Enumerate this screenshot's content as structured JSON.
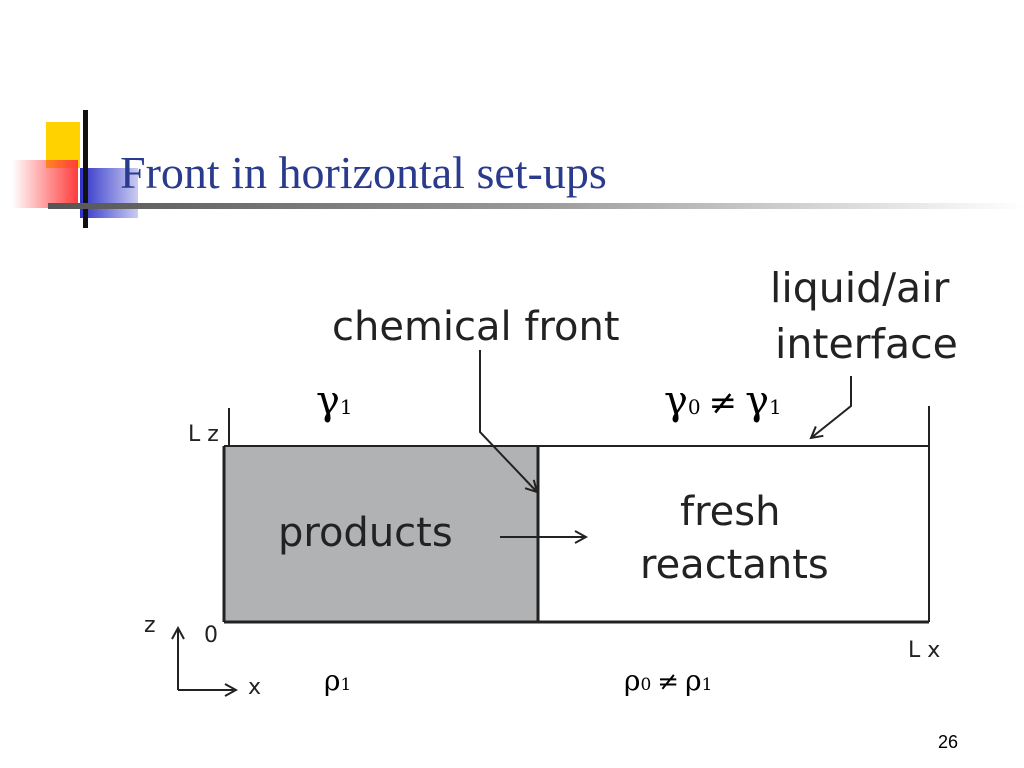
{
  "slide": {
    "title": "Front in horizontal set-ups",
    "page_number": "26"
  },
  "diagram": {
    "top_labels": {
      "chemical_front": "chemical front",
      "liquid_air_line1": "liquid/air",
      "liquid_air_line2": "interface"
    },
    "surface_tension": {
      "left": {
        "symbol": "γ",
        "subscript": "1"
      },
      "right": {
        "symbol_a": "γ",
        "subscript_a": "0",
        "relation": "≠",
        "symbol_b": "γ",
        "subscript_b": "1"
      }
    },
    "regions": {
      "products": "products",
      "fresh_line1": "fresh",
      "fresh_line2": "reactants"
    },
    "axes": {
      "lz": "L z",
      "zero": "0",
      "lx": "L x",
      "z": "z",
      "x": "x"
    },
    "density": {
      "left": {
        "symbol": "ρ",
        "subscript": "1"
      },
      "right": {
        "symbol_a": "ρ",
        "subscript_a": "0",
        "relation": "≠",
        "symbol_b": "ρ",
        "subscript_b": "1"
      }
    },
    "colors": {
      "products_fill": "#b1b2b4",
      "title": "#2a3a8c",
      "deco_yellow": "#ffd200",
      "deco_red": "#ff3c3c",
      "deco_blue": "#2f33c8"
    }
  }
}
